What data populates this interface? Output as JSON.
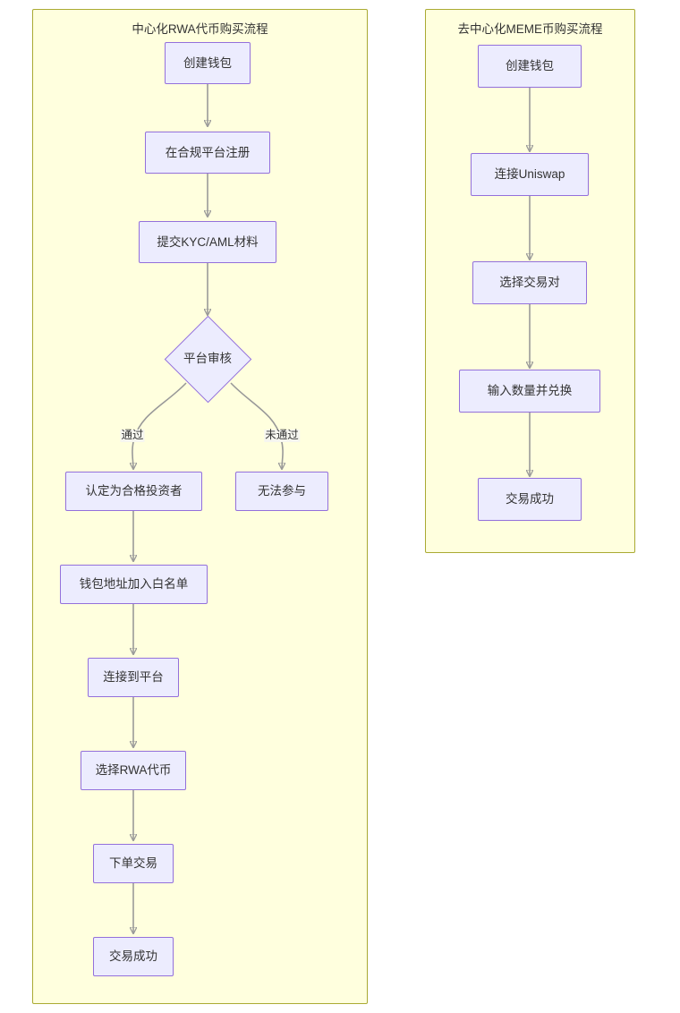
{
  "diagram": {
    "type": "flowchart",
    "direction": "top-down",
    "background": "#ffffff",
    "colors": {
      "subgraph_fill": "#ffffde",
      "subgraph_border": "#aaaa33",
      "node_fill": "#ececfe",
      "node_border": "#9370db",
      "edge_stroke": "#999999",
      "text": "#333333"
    }
  },
  "subgraphs": [
    {
      "id": "centralized",
      "title": "中心化RWA代币购买流程",
      "nodes": [
        {
          "id": "c1",
          "label": "创建钱包",
          "shape": "rect"
        },
        {
          "id": "c2",
          "label": "在合规平台注册",
          "shape": "rect"
        },
        {
          "id": "c3",
          "label": "提交KYC/AML材料",
          "shape": "rect"
        },
        {
          "id": "c4",
          "label": "平台审核",
          "shape": "diamond"
        },
        {
          "id": "c5",
          "label": "认定为合格投资者",
          "shape": "rect"
        },
        {
          "id": "c6",
          "label": "无法参与",
          "shape": "rect"
        },
        {
          "id": "c7",
          "label": "钱包地址加入白名单",
          "shape": "rect"
        },
        {
          "id": "c8",
          "label": "连接到平台",
          "shape": "rect"
        },
        {
          "id": "c9",
          "label": "选择RWA代币",
          "shape": "rect"
        },
        {
          "id": "c10",
          "label": "下单交易",
          "shape": "rect"
        },
        {
          "id": "c11",
          "label": "交易成功",
          "shape": "rect"
        }
      ],
      "edges": [
        {
          "from": "c1",
          "to": "c2",
          "label": ""
        },
        {
          "from": "c2",
          "to": "c3",
          "label": ""
        },
        {
          "from": "c3",
          "to": "c4",
          "label": ""
        },
        {
          "from": "c4",
          "to": "c5",
          "label": "通过"
        },
        {
          "from": "c4",
          "to": "c6",
          "label": "未通过"
        },
        {
          "from": "c5",
          "to": "c7",
          "label": ""
        },
        {
          "from": "c7",
          "to": "c8",
          "label": ""
        },
        {
          "from": "c8",
          "to": "c9",
          "label": ""
        },
        {
          "from": "c9",
          "to": "c10",
          "label": ""
        },
        {
          "from": "c10",
          "to": "c11",
          "label": ""
        }
      ]
    },
    {
      "id": "decentralized",
      "title": "去中心化MEME币购买流程",
      "nodes": [
        {
          "id": "d1",
          "label": "创建钱包",
          "shape": "rect"
        },
        {
          "id": "d2",
          "label": "连接Uniswap",
          "shape": "rect"
        },
        {
          "id": "d3",
          "label": "选择交易对",
          "shape": "rect"
        },
        {
          "id": "d4",
          "label": "输入数量并兑换",
          "shape": "rect"
        },
        {
          "id": "d5",
          "label": "交易成功",
          "shape": "rect"
        }
      ],
      "edges": [
        {
          "from": "d1",
          "to": "d2",
          "label": ""
        },
        {
          "from": "d2",
          "to": "d3",
          "label": ""
        },
        {
          "from": "d3",
          "to": "d4",
          "label": ""
        },
        {
          "from": "d4",
          "to": "d5",
          "label": ""
        }
      ]
    }
  ]
}
